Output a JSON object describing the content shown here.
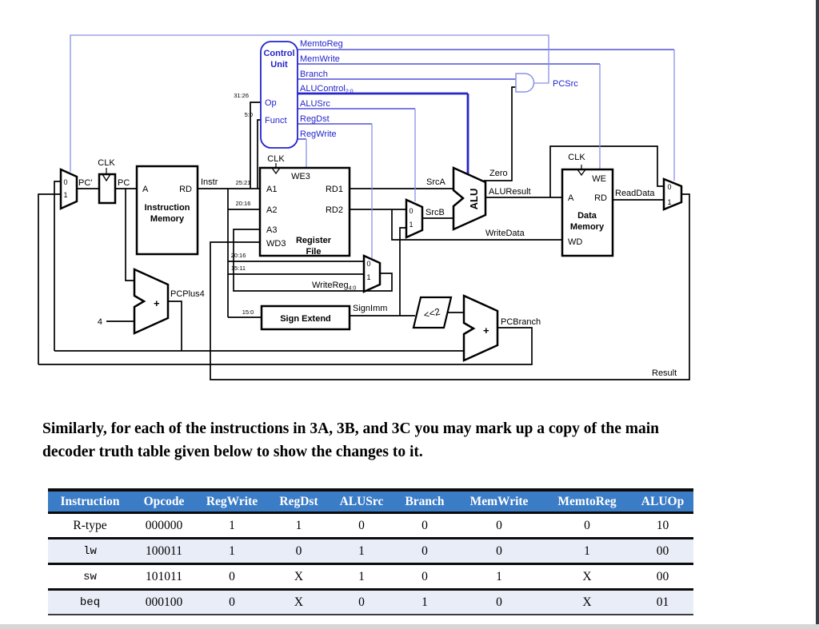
{
  "diagram": {
    "labels": {
      "clk": "CLK",
      "pc_prime": "PC'",
      "pc": "PC",
      "instr": "Instr",
      "port_a": "A",
      "port_rd": "RD",
      "port_wd": "WD",
      "port_we": "WE",
      "imem_l1": "Instruction",
      "imem_l2": "Memory",
      "plus": "+",
      "four": "4",
      "pcplus4": "PCPlus4",
      "b31_26": "31:26",
      "b5_0": "5:0",
      "b25_21": "25:21",
      "b20_16a": "20:16",
      "b20_16b": "20:16",
      "b15_11": "15:11",
      "b15_0": "15:0",
      "cu_l1": "Control",
      "cu_l2": "Unit",
      "op": "Op",
      "funct": "Funct",
      "memtoreg": "MemtoReg",
      "memwrite": "MemWrite",
      "branch": "Branch",
      "alucontrol": "ALUControl",
      "alucontrol_sub": "2:0",
      "alusrc": "ALUSrc",
      "regdst": "RegDst",
      "regwrite": "RegWrite",
      "pcsrc": "PCSrc",
      "we3": "WE3",
      "a1": "A1",
      "a2": "A2",
      "a3": "A3",
      "wd3": "WD3",
      "rd1": "RD1",
      "rd2": "RD2",
      "rf_l1": "Register",
      "rf_l2": "File",
      "mux0": "0",
      "mux1": "1",
      "writereg": "WriteReg",
      "writereg_sub": "4:0",
      "signext": "Sign Extend",
      "signimm": "SignImm",
      "shl2": "<<2",
      "srca": "SrcA",
      "srcb": "SrcB",
      "alu": "ALU",
      "zero": "Zero",
      "aluresult": "ALUResult",
      "writedata": "WriteData",
      "pcbranch": "PCBranch",
      "dm_l1": "Data",
      "dm_l2": "Memory",
      "readdata": "ReadData",
      "result": "Result"
    },
    "colors": {
      "control_blue": "#2323cd",
      "light_wire_blue": "#8a90e8",
      "datapath_black": "#000000"
    }
  },
  "paragraph": {
    "line1": "Similarly, for each of the instructions in 3A, 3B, and 3C you may mark up a copy of the main",
    "line2": "decoder truth table given below to show the changes to it."
  },
  "table": {
    "headers": [
      "Instruction",
      "Opcode",
      "RegWrite",
      "RegDst",
      "ALUSrc",
      "Branch",
      "MemWrite",
      "MemtoReg",
      "ALUOp"
    ],
    "header_bg": "#3b7cc6",
    "alt_row_bg": "#e8edf7",
    "rows": [
      {
        "name": "R-type",
        "cells": [
          "000000",
          "1",
          "1",
          "0",
          "0",
          "0",
          "0",
          "10"
        ]
      },
      {
        "name": "lw",
        "cells": [
          "100011",
          "1",
          "0",
          "1",
          "0",
          "0",
          "1",
          "00"
        ]
      },
      {
        "name": "sw",
        "cells": [
          "101011",
          "0",
          "X",
          "1",
          "0",
          "1",
          "X",
          "00"
        ]
      },
      {
        "name": "beq",
        "cells": [
          "000100",
          "0",
          "X",
          "0",
          "1",
          "0",
          "X",
          "01"
        ]
      }
    ]
  }
}
